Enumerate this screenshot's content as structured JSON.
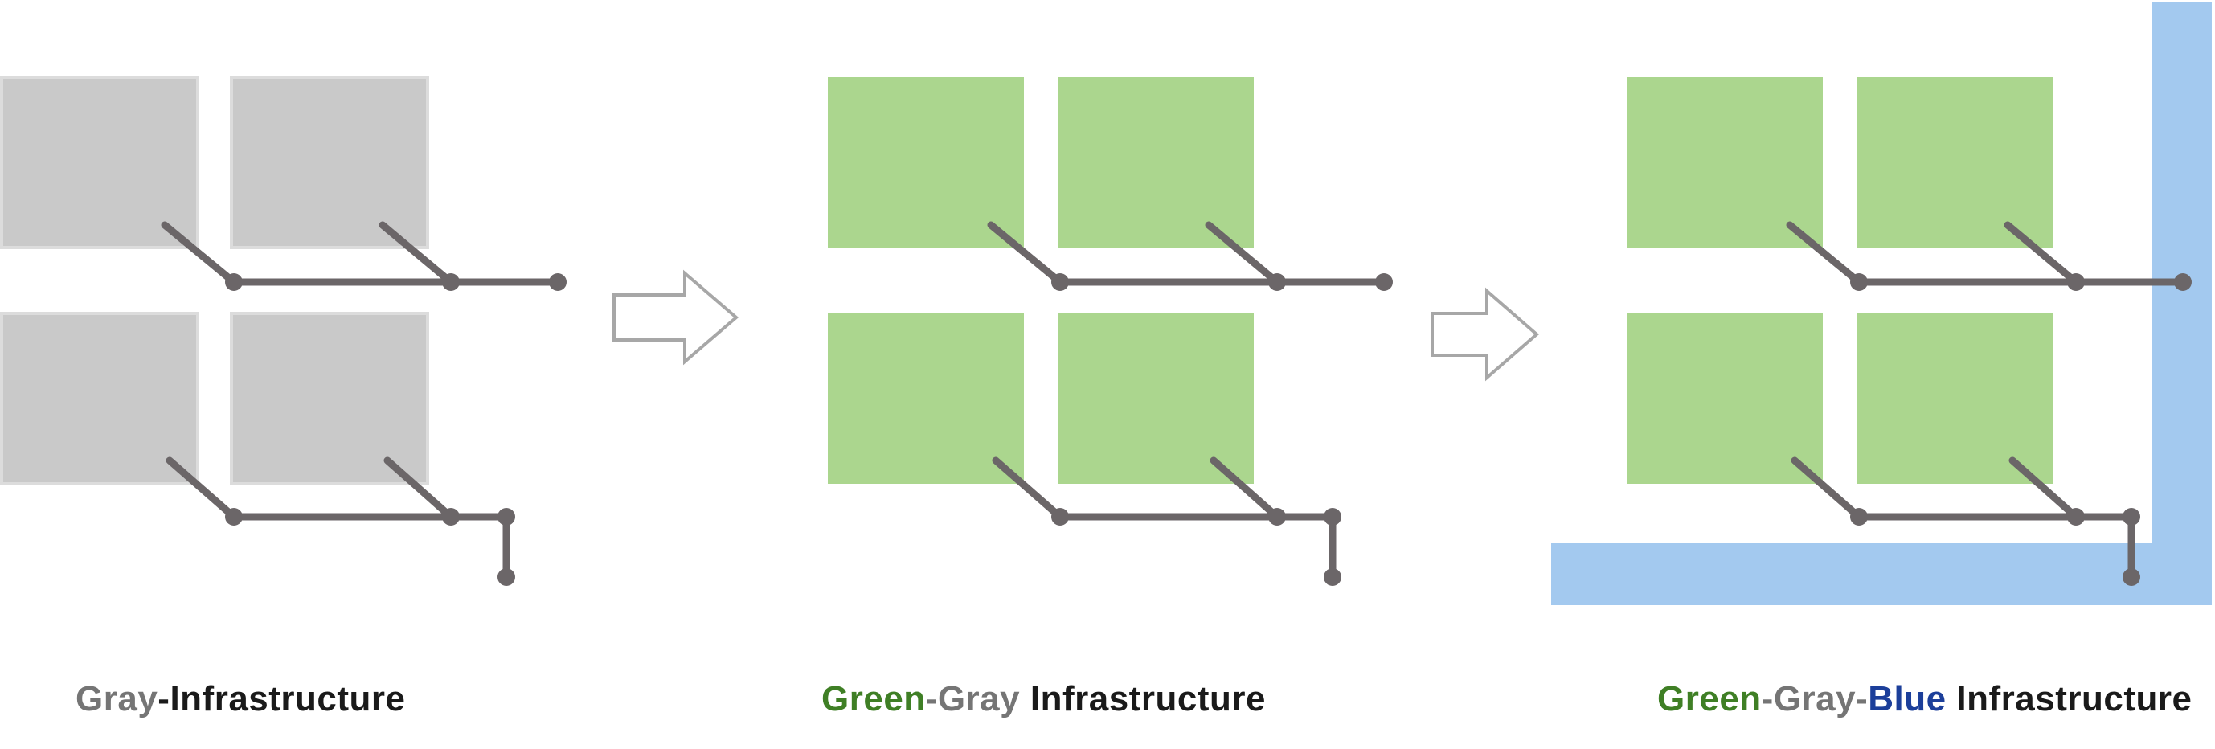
{
  "colors": {
    "gray_block": "#c9c9c9",
    "gray_block_edge": "#dcdcdc",
    "green_block": "#abd68e",
    "blue_channel": "#a3c9ef",
    "pipe": "#6b6668",
    "arrow_stroke": "#a7a7a7"
  },
  "captions": {
    "gray_infra": {
      "word1": "Gray",
      "sep1": "-",
      "word2": "Infrastructure"
    },
    "green_gray_infra": {
      "word1": "Green",
      "sep1": "-",
      "word2": "Gray",
      "sep2": " ",
      "word3": "Infrastructure"
    },
    "green_gray_blue_infra": {
      "word1": "Green",
      "sep1": "-",
      "word2": "Gray",
      "sep2": "-",
      "word3": "Blue",
      "sep3": " ",
      "word4": "Infrastructure"
    }
  }
}
